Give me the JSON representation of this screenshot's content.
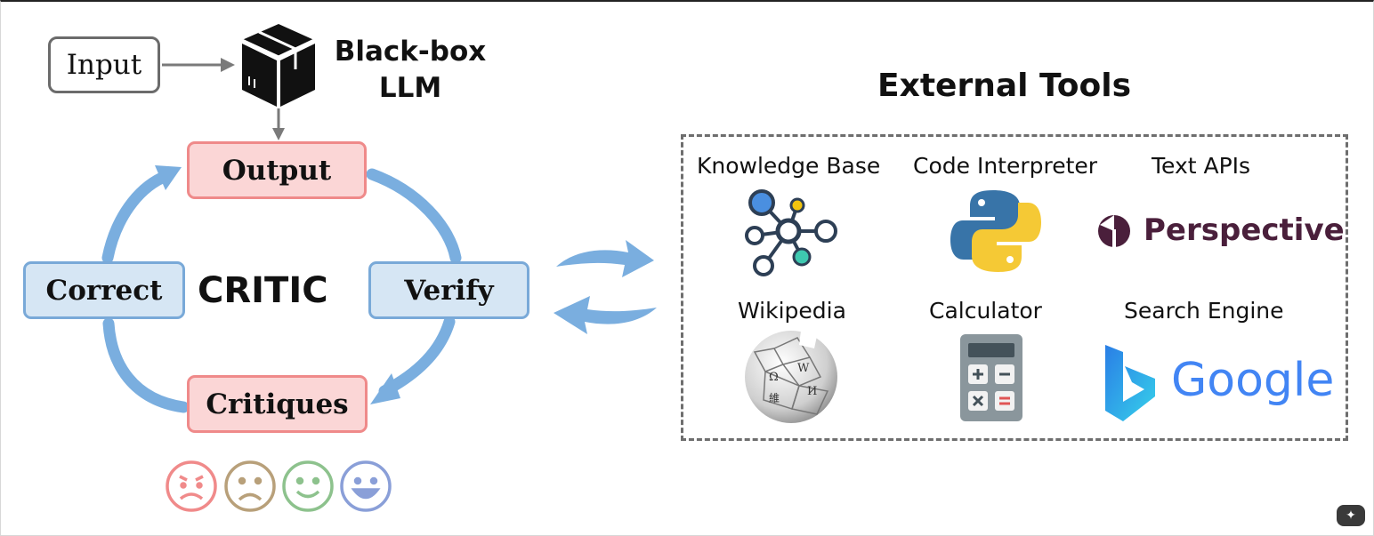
{
  "diagram": {
    "input_label": "Input",
    "llm_label_line1": "Black-box",
    "llm_label_line2": "LLM",
    "loop": {
      "center_label": "CRITIC",
      "output_label": "Output",
      "verify_label": "Verify",
      "critiques_label": "Critiques",
      "correct_label": "Correct"
    },
    "external_tools": {
      "title": "External Tools",
      "tools": [
        {
          "name": "Knowledge Base",
          "icon": "knowledge-graph-icon"
        },
        {
          "name": "Code Interpreter",
          "icon": "python-logo-icon"
        },
        {
          "name": "Text APIs",
          "icon": "perspective-logo-icon",
          "logo_text": "Perspective"
        },
        {
          "name": "Wikipedia",
          "icon": "wikipedia-globe-icon"
        },
        {
          "name": "Calculator",
          "icon": "calculator-icon"
        },
        {
          "name": "Search Engine",
          "icon": "bing-logo-icon",
          "logo_text": "Google"
        }
      ]
    },
    "faces": [
      "distressed-face-icon",
      "sad-face-icon",
      "smile-face-icon",
      "happy-face-icon"
    ],
    "colors": {
      "output_fill": "#fbd6d6",
      "output_border": "#ef8a8a",
      "loop_fill": "#d6e6f4",
      "loop_border": "#79a9d8",
      "arrow_blue": "#7aaedf",
      "gray_arrow": "#7a7a7a"
    }
  }
}
